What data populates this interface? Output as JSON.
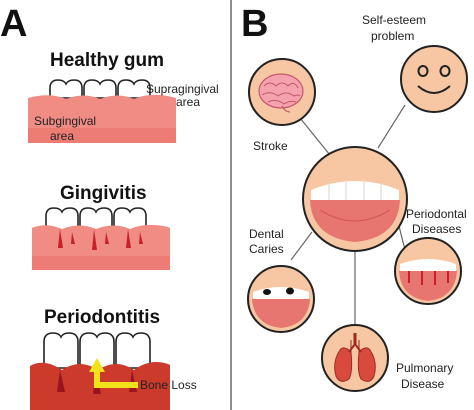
{
  "panel_a": {
    "letter": "A",
    "stages": [
      {
        "title": "Healthy gum",
        "labels": {
          "supragingival_line1": "Supragingival",
          "supragingival_line2": "area",
          "subgingival_line1": "Subgingival",
          "subgingival_line2": "area"
        }
      },
      {
        "title": "Gingivitis"
      },
      {
        "title": "Periodontitis",
        "labels": {
          "bone_loss": "Bone Loss"
        }
      }
    ]
  },
  "panel_b": {
    "letter": "B",
    "nodes": {
      "self_esteem": {
        "line1": "Self-esteem",
        "line2": "problem"
      },
      "stroke": {
        "line1": "Stroke"
      },
      "dental_caries": {
        "line1": "Dental",
        "line2": "Caries"
      },
      "periodontal": {
        "line1": "Periodontal",
        "line2": "Diseases"
      },
      "pulmonary": {
        "line1": "Pulmonary",
        "line2": "Disease"
      }
    }
  },
  "colors": {
    "gum_light": "#f08c84",
    "gum_mid": "#e86a62",
    "gum_dark": "#cc3a2c",
    "bleeding": "#c8202a",
    "bone_loss_arrow": "#f2e21a",
    "mouth_circle": "#f6c7a2",
    "mouth_outline": "#222222",
    "brain_pink": "#f3a2ae",
    "lung_red": "#d84a3e",
    "divider": "#444444"
  },
  "icons": [
    "tooth-icon",
    "brain-icon",
    "smiley-face-icon",
    "mouth-icon",
    "lungs-icon",
    "arrow-icon"
  ]
}
